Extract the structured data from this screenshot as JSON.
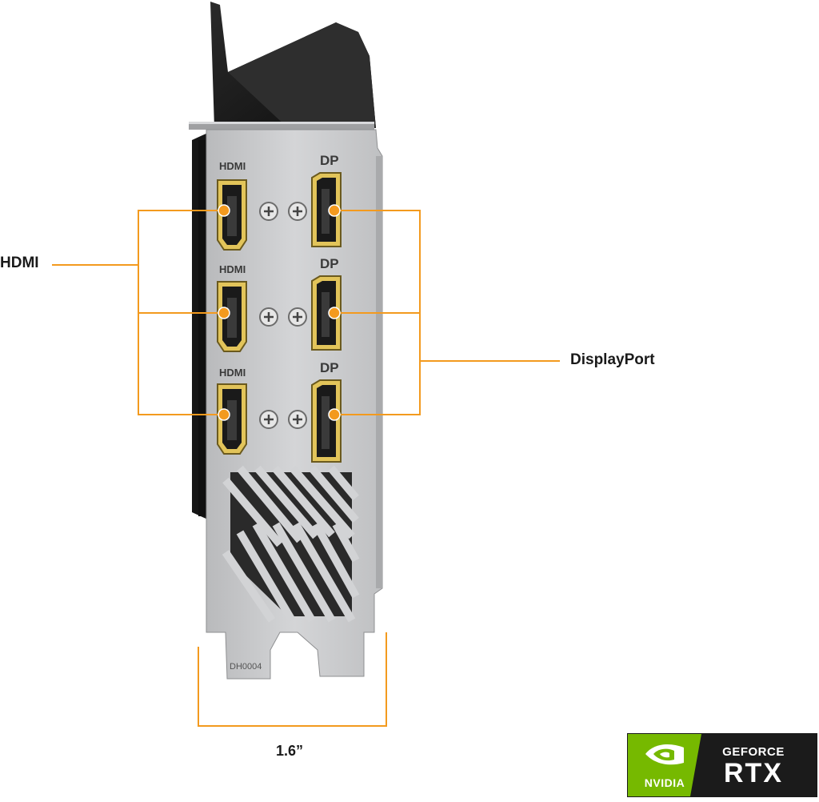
{
  "callouts": {
    "hdmi": "HDMI",
    "displayport": "DisplayPort",
    "width": "1.6”"
  },
  "bracket": {
    "ports": [
      {
        "type": "hdmi",
        "label": "HDMI"
      },
      {
        "type": "hdmi",
        "label": "HDMI"
      },
      {
        "type": "hdmi",
        "label": "HDMI"
      },
      {
        "type": "dp",
        "label": "DP"
      },
      {
        "type": "dp",
        "label": "DP"
      },
      {
        "type": "dp",
        "label": "DP"
      }
    ],
    "part_number": "DH0004"
  },
  "badge": {
    "brand": "NVIDIA",
    "product_line": "GEFORCE",
    "series": "RTX"
  },
  "colors": {
    "callout_line": "#f39a1e",
    "bracket_metal": "#c7c8ca",
    "shroud": "#1c1c1c",
    "port_gold": "#d8b84a",
    "nvidia_green": "#76b900"
  },
  "icons": [
    "nvidia-eye-logo",
    "screw-icon"
  ]
}
